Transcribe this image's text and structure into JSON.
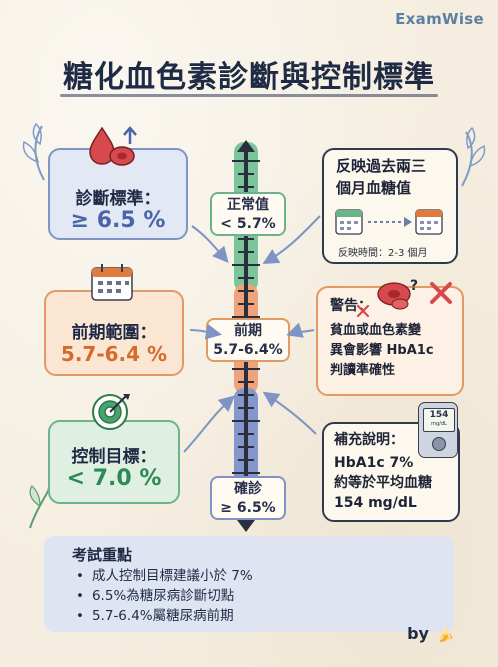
{
  "brand": "ExamWise",
  "title": "糖化血色素診斷與控制標準",
  "cards": {
    "diagnosis": {
      "label": "診斷標準：",
      "value": "≥ 6.5 %"
    },
    "pre": {
      "label": "前期範圍：",
      "value": "5.7-6.4 %"
    },
    "control": {
      "label": "控制目標：",
      "value": "< 7.0 %"
    }
  },
  "axis": {
    "normal": {
      "line1": "正常值",
      "line2": "< 5.7%"
    },
    "pre": {
      "line1": "前期",
      "line2": "5.7-6.4%"
    },
    "diabetes": {
      "line1": "確診",
      "line2": "≥ 6.5%"
    }
  },
  "info": {
    "reflect": {
      "line1": "反映過去兩三",
      "line2": "個月血糖值",
      "caption": "反映時間：2-3 個月"
    },
    "warning": {
      "line1": "警告：",
      "line2": "貧血或血色素變",
      "line3": "異會影響 HbA1c",
      "line4": "判讀準確性"
    },
    "supplement": {
      "line1": "補充說明：",
      "line2": "HbA1c 7%",
      "line3": "約等於平均血糖",
      "line4": "154 mg/dL",
      "meter_reading": "154",
      "meter_unit": "mg/dL"
    }
  },
  "exam": {
    "title": "考試重點",
    "points": [
      "成人控制目標建議小於 7%",
      "6.5%為糖尿病診斷切點",
      "5.7-6.4%屬糖尿病前期"
    ]
  },
  "footer": {
    "by": "by"
  },
  "colors": {
    "blue": "#7f93c4",
    "orange": "#e29a64",
    "green": "#6bb489",
    "navy": "#1f2a44"
  }
}
